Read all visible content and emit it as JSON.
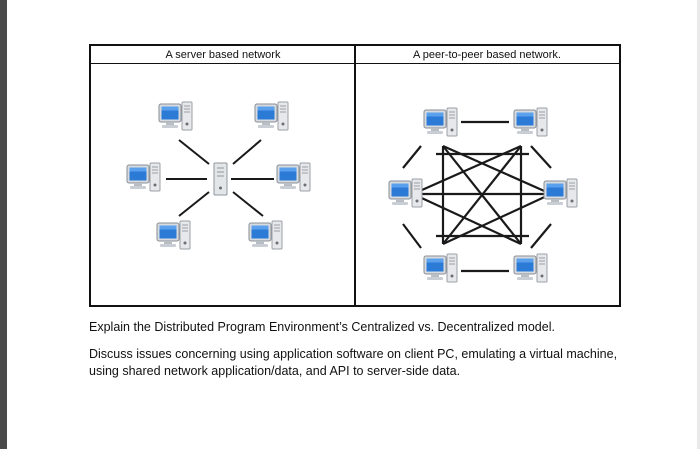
{
  "table": {
    "left_header": "A server based network",
    "right_header": "A peer-to-peer based network."
  },
  "paragraphs": {
    "p1": "Explain the Distributed Program Environment’s Centralized vs. Decentralized model.",
    "p2": "Discuss issues concerning using application software on client PC, emulating a virtual machine, using shared network application/data, and API to server-side data."
  },
  "colors": {
    "screen_blue": "#2a7ad6",
    "border": "#111111"
  },
  "icons": [
    "computer-icon",
    "server-icon"
  ]
}
